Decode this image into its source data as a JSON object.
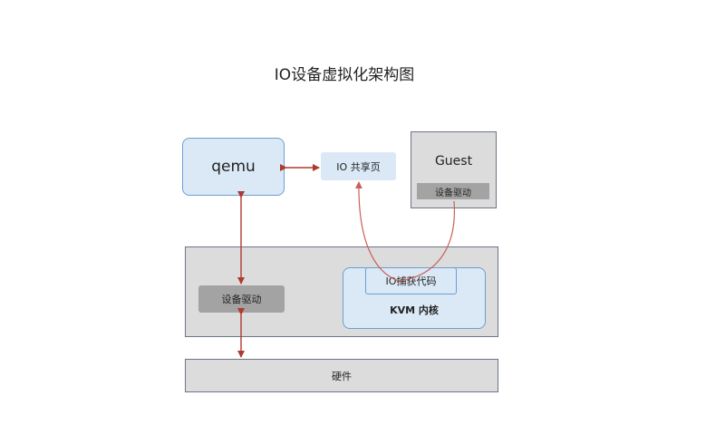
{
  "title": "IO设备虚拟化架构图",
  "nodes": {
    "qemu": "qemu",
    "io_shared_page": "IO 共享页",
    "guest": "Guest",
    "guest_driver": "设备驱动",
    "host_driver": "设备驱动",
    "io_capture": "IO捕获代码",
    "kvm_kernel": "KVM 内核",
    "hardware": "硬件"
  },
  "colors": {
    "arrow_dark": "#b03a2e",
    "arrow_light": "#c9605a",
    "blue_fill": "#dbe9f7",
    "blue_border": "#6a9fcf",
    "gray_fill": "#dcdcdc",
    "driver_fill": "#a3a3a3"
  }
}
